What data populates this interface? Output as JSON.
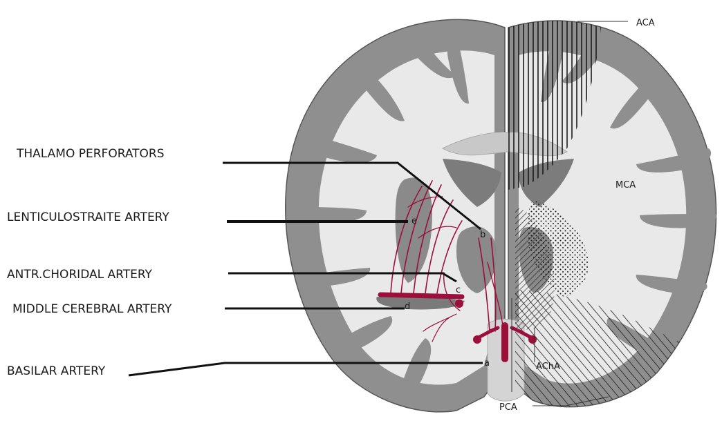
{
  "callouts": {
    "thalamo": "THALAMO PERFORATORS",
    "lenticulo": "LENTICULOSTRAITE ARTERY",
    "choroidal": "ANTR.CHORIDAL ARTERY",
    "mca_artery": "MIDDLE CEREBRAL ARTERY",
    "basilar": "BASILAR ARTERY"
  },
  "territories": {
    "aca": "ACA",
    "mca": "MCA",
    "acha": "AChA",
    "pca": "PCA"
  },
  "points": {
    "a": "a",
    "b": "b",
    "c": "c",
    "d": "d",
    "e": "e"
  },
  "colors": {
    "artery": "#9b0f3a",
    "grey_matter": "#8a8a8a",
    "white_matter": "#e6e6e6",
    "ventricle": "#7a7a7a",
    "hatch": "#222222"
  }
}
